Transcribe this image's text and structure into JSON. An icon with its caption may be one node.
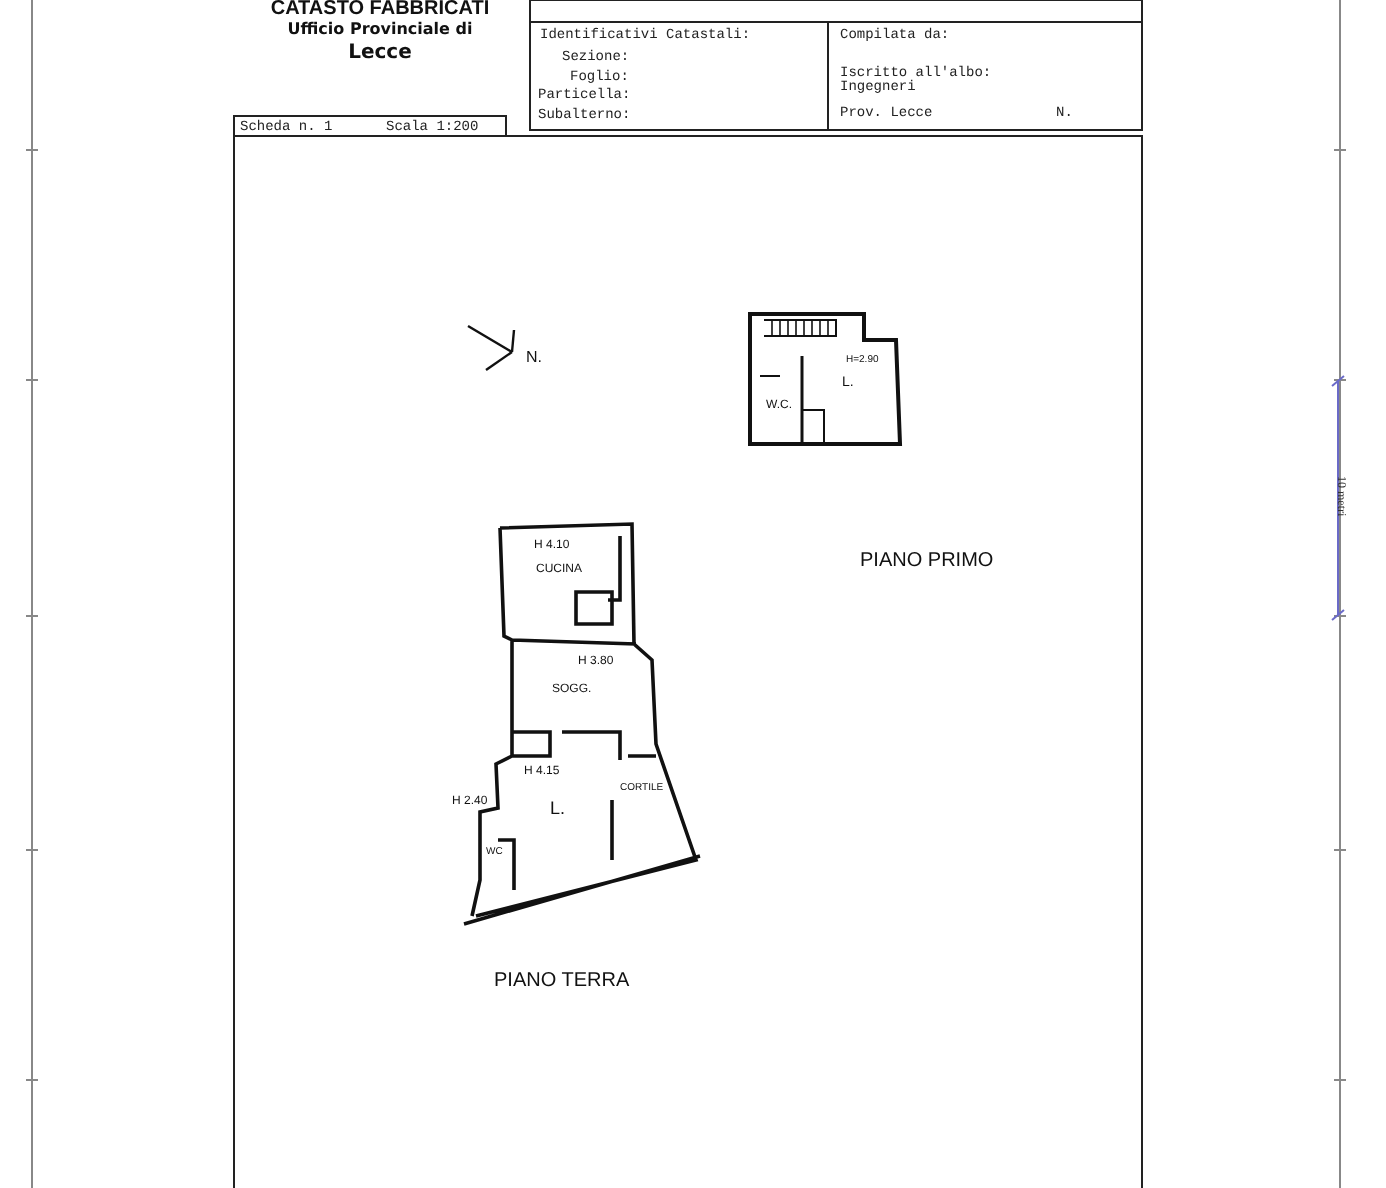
{
  "diagram": {
    "title": "CATASTO FABBRICATI",
    "labels": [
      "Ufficio Provinciale di",
      "Lecce",
      "Identificativi Catastali:",
      "Sezione:",
      "Foglio:",
      "Particella:",
      "Subalterno:",
      "Compilata da:",
      "Iscritto all'albo:",
      "Ingegneri",
      "Prov. Lecce",
      "N.",
      "Scheda n. 1",
      "Scala 1:200",
      "N.",
      "W.C.",
      "H=2.90",
      "L.",
      "PIANO PRIMO",
      "H 4.10",
      "CUCINA",
      "H 3.80",
      "SOGG.",
      "H 4.15",
      "L.",
      "CORTILE",
      "H 2.40",
      "WC",
      "PIANO TERRA",
      "10 metri"
    ]
  }
}
